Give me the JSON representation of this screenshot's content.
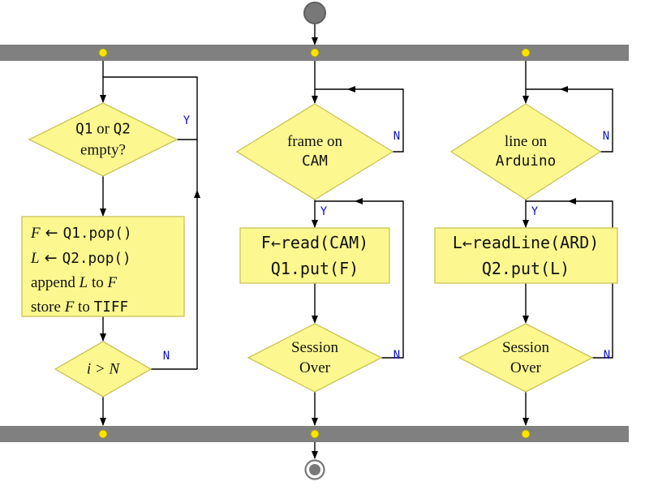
{
  "colors": {
    "node_fill": "#fcf88f",
    "node_border": "#c9c258",
    "bar_gray": "#808080",
    "dot_yellow": "#ffe300",
    "branch_label_blue": "#1111cc",
    "terminal_gray": "#787878"
  },
  "left": {
    "wait_decision": {
      "q1": "Q1",
      "or": " or ",
      "q2": "Q2",
      "line2": "empty?"
    },
    "yes_label": "Y",
    "process": {
      "l1_var": "F",
      "l1_arrow": " ← ",
      "l1_code": "Q1.pop()",
      "l2_var": "L",
      "l2_arrow": " ← ",
      "l2_code": "Q2.pop()",
      "l3_w1": "append ",
      "l3_v1": "L",
      "l3_w2": " to ",
      "l3_v2": "F",
      "l4_w1": "store ",
      "l4_v1": "F",
      "l4_w2": " to ",
      "l4_code": "TIFF"
    },
    "count_decision": "i > N",
    "no_label": "N"
  },
  "middle": {
    "wait_decision": {
      "line1": "frame on",
      "line2": "CAM"
    },
    "wait_no": "N",
    "yes_label": "Y",
    "process": {
      "line1": "F←read(CAM)",
      "line2": "Q1.put(F)"
    },
    "session_decision": {
      "line1": "Session",
      "line2": "Over"
    },
    "session_no": "N"
  },
  "right": {
    "wait_decision": {
      "line1": "line on",
      "line2": "Arduino"
    },
    "wait_no": "N",
    "yes_label": "Y",
    "process": {
      "line1": "L←readLine(ARD)",
      "line2": "Q2.put(L)"
    },
    "session_decision": {
      "line1": "Session",
      "line2": "Over"
    },
    "session_no": "N"
  }
}
